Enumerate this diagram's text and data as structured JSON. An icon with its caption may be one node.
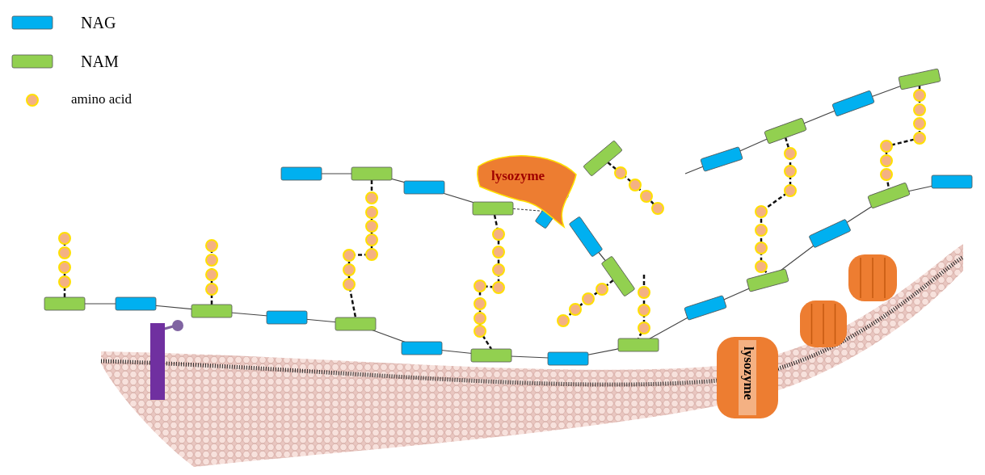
{
  "diagram": {
    "nodes": [
      {
        "text": [
          "lysozyme"
        ]
      },
      {
        "text": [
          "lysozyme"
        ]
      }
    ],
    "legend": [
      {
        "text": "NAG",
        "color": "#00b0f0"
      },
      {
        "text": "NAM",
        "color": "#92d050"
      },
      {
        "text": "amino acid",
        "color": "#f4b183"
      }
    ]
  }
}
